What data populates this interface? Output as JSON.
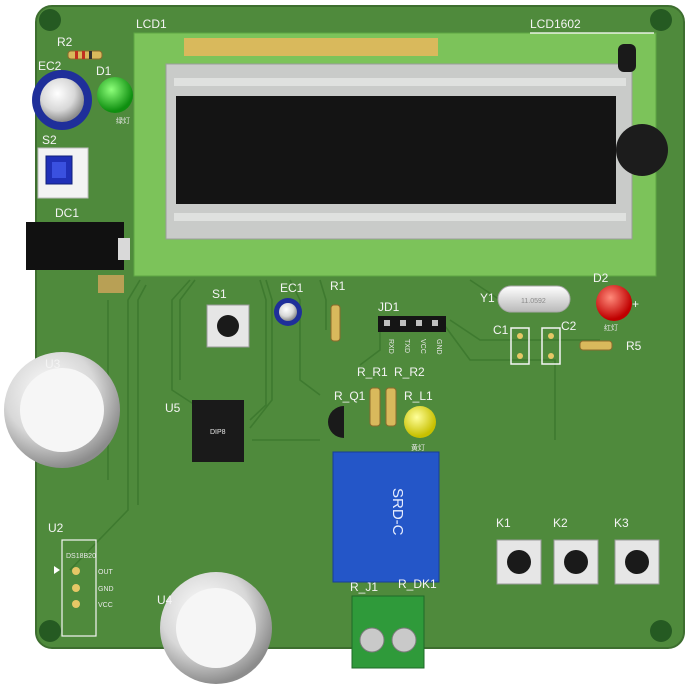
{
  "colors": {
    "board": "#4f8a3c",
    "board_edge": "#3d6e2f",
    "trace": "#3f7a30",
    "lcd_pcb": "#7cc35a",
    "lcd_bezel": "#c9cbc9",
    "lcd_screen": "#141414",
    "relay_blue": "#2456c8",
    "terminal_green": "#2f9a3a",
    "led_green": "#1fb21f",
    "led_red": "#e01010",
    "led_yellow": "#e8e010",
    "pad_gold": "#e6c766"
  },
  "labels": {
    "lcd1": "LCD1",
    "lcd1602": "LCD1602",
    "r2": "R2",
    "ec2": "EC2",
    "d1": "D1",
    "d1_note": "绿灯",
    "s2": "S2",
    "dc1": "DC1",
    "u3": "U3",
    "s1": "S1",
    "ec1": "EC1",
    "r1": "R1",
    "jd1": "JD1",
    "jd1_pins": [
      "RXD",
      "TXD",
      "VCC",
      "GND"
    ],
    "y1": "Y1",
    "y1_freq": "11.0592",
    "d2": "D2",
    "d2_plus": "+",
    "d2_note": "红灯",
    "c1": "C1",
    "c2": "C2",
    "r5": "R5",
    "u5": "U5",
    "u5_chip": "DIP8",
    "r_r1": "R_R1",
    "r_r2": "R_R2",
    "r_q1": "R_Q1",
    "r_l1": "R_L1",
    "r_l1_note": "黄灯",
    "relay": "SRD-C",
    "k1": "K1",
    "k2": "K2",
    "k3": "K3",
    "u2": "U2",
    "u2_pins": [
      "OUT",
      "GND",
      "VCC"
    ],
    "u2_note": "DS18B20",
    "u4": "U4",
    "r_j1": "R_J1",
    "r_dk1": "R_DK1"
  }
}
